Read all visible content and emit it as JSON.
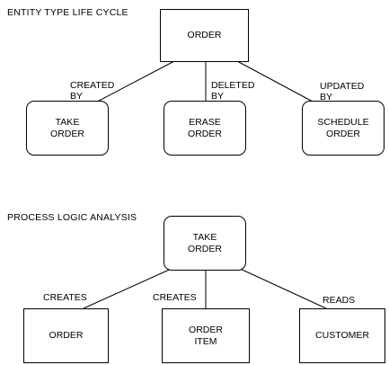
{
  "diagram_1": {
    "title": "ENTITY TYPE LIFE CYCLE",
    "root": {
      "line1": "ORDER",
      "line2": ""
    },
    "children": [
      {
        "line1": "TAKE",
        "line2": "ORDER",
        "edge_line1": "CREATED",
        "edge_line2": "BY"
      },
      {
        "line1": "ERASE",
        "line2": "ORDER",
        "edge_line1": "DELETED",
        "edge_line2": "BY"
      },
      {
        "line1": "SCHEDULE",
        "line2": "ORDER",
        "edge_line1": "UPDATED",
        "edge_line2": "BY"
      }
    ]
  },
  "diagram_2": {
    "title": "PROCESS LOGIC ANALYSIS",
    "root": {
      "line1": "TAKE",
      "line2": "ORDER"
    },
    "children": [
      {
        "line1": "ORDER",
        "line2": "",
        "edge_line1": "CREATES"
      },
      {
        "line1": "ORDER",
        "line2": "ITEM",
        "edge_line1": "CREATES"
      },
      {
        "line1": "CUSTOMER",
        "line2": "",
        "edge_line1": "READS"
      }
    ]
  }
}
